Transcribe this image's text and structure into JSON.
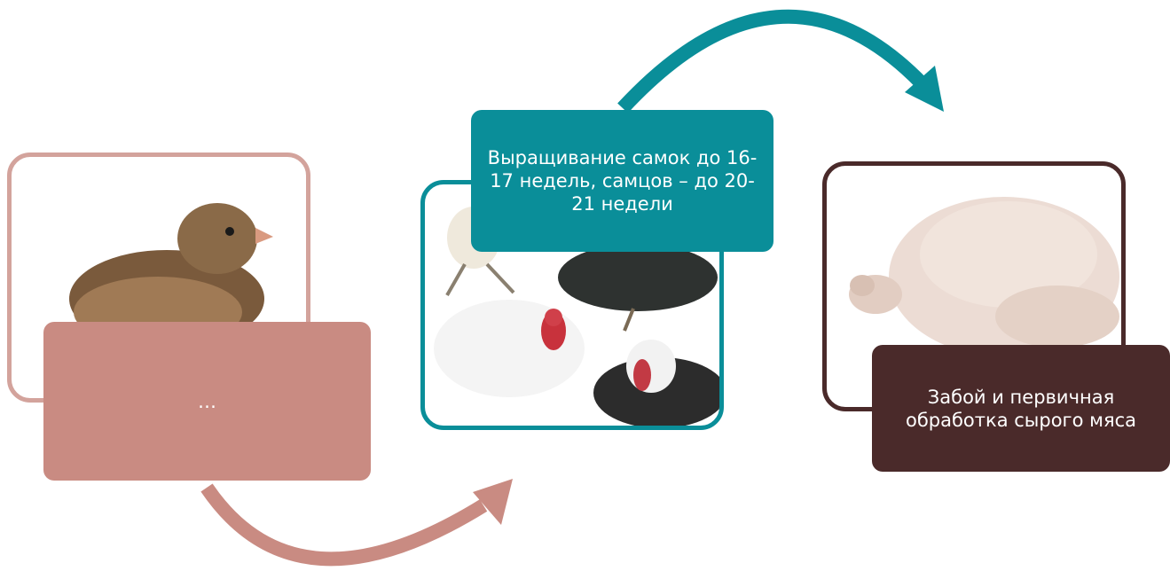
{
  "colors": {
    "stage1_accent": "#c98b82",
    "stage1_border": "#d3a39c",
    "stage2_accent": "#0a8e99",
    "stage3_accent": "#4a2a2a"
  },
  "stages": [
    {
      "label": "…",
      "image": "chick-photo"
    },
    {
      "label": "Выращивание самок до 16-17 недель, самцов – до 20-21 недели",
      "image": "turkeys-photo"
    },
    {
      "label": "Забой и первичная обработка сырого мяса",
      "image": "raw-turkey-carcass-photo"
    }
  ]
}
